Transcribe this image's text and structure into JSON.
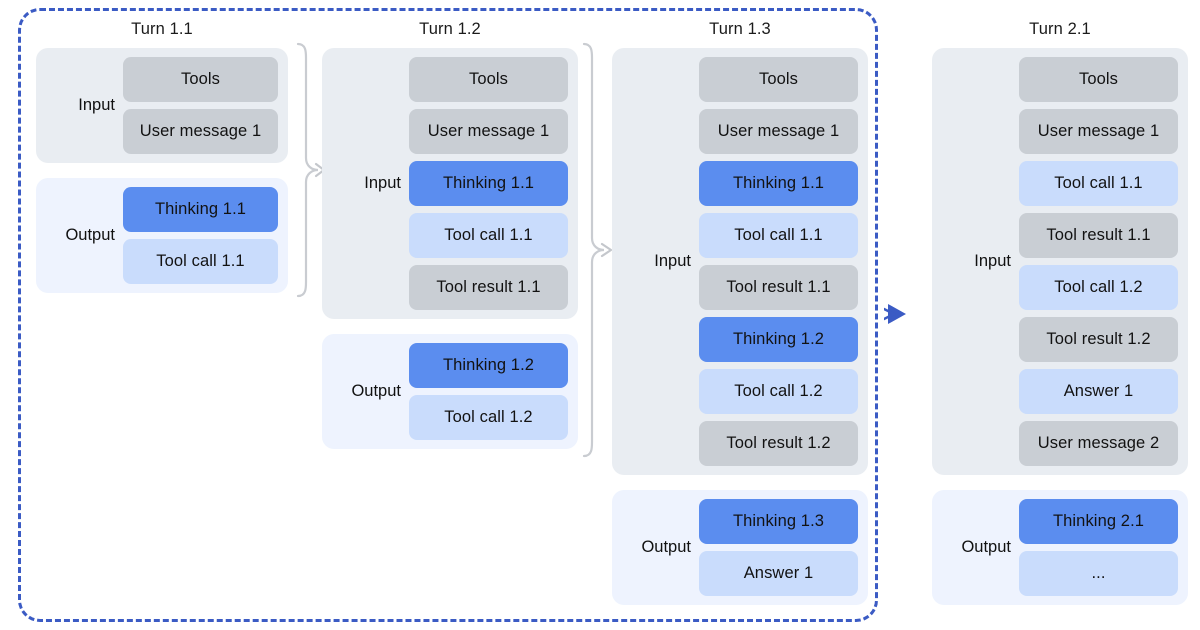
{
  "diagram": {
    "title_prefix": "Turn",
    "frame": {
      "accent_color": "#3b5bc4",
      "style": "dashed-rounded"
    },
    "colors": {
      "input_bg": "#e9edf2",
      "output_bg": "#eef3fe",
      "gray_chip": "#c9ced4",
      "thinking_chip": "#5b8def",
      "light_chip": "#c9dcfc",
      "bracket": "#c9ccd1",
      "blue_arrow": "#3b5bc4"
    },
    "labels": {
      "input": "Input",
      "output": "Output"
    },
    "columns": [
      {
        "title": "Turn 1.1",
        "input": {
          "label": "Input",
          "rows": [
            {
              "text": "Tools",
              "kind": "gray"
            },
            {
              "text": "User message 1",
              "kind": "gray"
            }
          ]
        },
        "output": {
          "label": "Output",
          "rows": [
            {
              "text": "Thinking 1.1",
              "kind": "thinking"
            },
            {
              "text": "Tool call 1.1",
              "kind": "light"
            }
          ]
        }
      },
      {
        "title": "Turn 1.2",
        "input": {
          "label": "Input",
          "rows": [
            {
              "text": "Tools",
              "kind": "gray"
            },
            {
              "text": "User message 1",
              "kind": "gray"
            },
            {
              "text": "Thinking 1.1",
              "kind": "thinking"
            },
            {
              "text": "Tool call 1.1",
              "kind": "light"
            },
            {
              "text": "Tool result 1.1",
              "kind": "gray"
            }
          ]
        },
        "output": {
          "label": "Output",
          "rows": [
            {
              "text": "Thinking 1.2",
              "kind": "thinking"
            },
            {
              "text": "Tool call 1.2",
              "kind": "light"
            }
          ]
        }
      },
      {
        "title": "Turn 1.3",
        "input": {
          "label": "Input",
          "rows": [
            {
              "text": "Tools",
              "kind": "gray"
            },
            {
              "text": "User message 1",
              "kind": "gray"
            },
            {
              "text": "Thinking 1.1",
              "kind": "thinking"
            },
            {
              "text": "Tool call 1.1",
              "kind": "light"
            },
            {
              "text": "Tool result 1.1",
              "kind": "gray"
            },
            {
              "text": "Thinking 1.2",
              "kind": "thinking"
            },
            {
              "text": "Tool call 1.2",
              "kind": "light"
            },
            {
              "text": "Tool result 1.2",
              "kind": "gray"
            }
          ]
        },
        "output": {
          "label": "Output",
          "rows": [
            {
              "text": "Thinking 1.3",
              "kind": "thinking"
            },
            {
              "text": "Answer 1",
              "kind": "light"
            }
          ]
        }
      },
      {
        "title": "Turn 2.1",
        "input": {
          "label": "Input",
          "rows": [
            {
              "text": "Tools",
              "kind": "gray"
            },
            {
              "text": "User message 1",
              "kind": "gray"
            },
            {
              "text": "Tool call 1.1",
              "kind": "light"
            },
            {
              "text": "Tool result 1.1",
              "kind": "gray"
            },
            {
              "text": "Tool call 1.2",
              "kind": "light"
            },
            {
              "text": "Tool result 1.2",
              "kind": "gray"
            },
            {
              "text": "Answer 1",
              "kind": "light"
            },
            {
              "text": "User message 2",
              "kind": "gray"
            }
          ]
        },
        "output": {
          "label": "Output",
          "rows": [
            {
              "text": "Thinking 2.1",
              "kind": "thinking"
            },
            {
              "text": "...",
              "kind": "light"
            }
          ]
        }
      }
    ],
    "connectors": [
      {
        "name": "bracket-turn1_1-to-turn1_2",
        "kind": "bracket-arrow"
      },
      {
        "name": "bracket-turn1_2-to-turn1_3",
        "kind": "bracket-arrow"
      },
      {
        "name": "arrow-turn1_3-to-turn2_1",
        "kind": "blue-triangle-arrow"
      }
    ]
  }
}
